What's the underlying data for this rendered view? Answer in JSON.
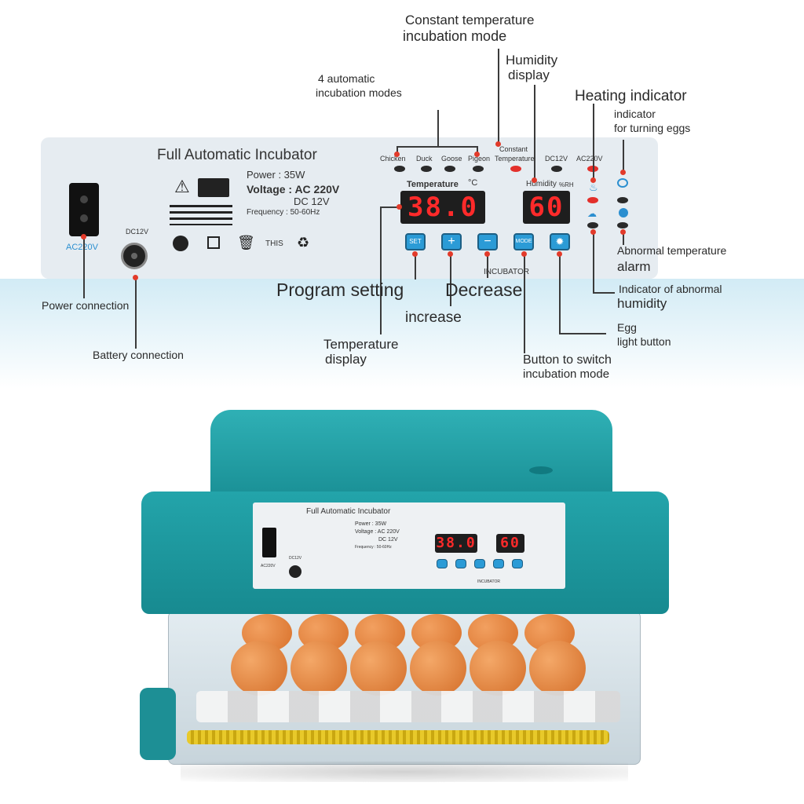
{
  "callouts": {
    "constant_mode_1": "Constant temperature",
    "constant_mode_2": "incubation mode",
    "auto_modes_1": "4 automatic",
    "auto_modes_2": "incubation modes",
    "humidity_display_1": "Humidity",
    "humidity_display_2": "display",
    "heating_indicator": "Heating indicator",
    "turning_1": "indicator",
    "turning_2": "for turning eggs",
    "abnormal_temp_1": "Abnormal temperature",
    "abnormal_temp_2": "alarm",
    "abnormal_hum_1": "Indicator of abnormal",
    "abnormal_hum_2": "humidity",
    "egg_light_1": "Egg",
    "egg_light_2": "light button",
    "switch_mode_1": "Button to switch",
    "switch_mode_2": "incubation mode",
    "program_setting": "Program setting",
    "decrease": "Decrease",
    "increase": "increase",
    "temp_display_1": "Temperature",
    "temp_display_2": "display",
    "power_connection": "Power connection",
    "battery_connection": "Battery connection"
  },
  "panel": {
    "title": "Full Automatic Incubator",
    "power": "Power : 35W",
    "voltage": "Voltage : AC 220V",
    "voltage_dc": "DC 12V",
    "frequency": "Frequency : 50-60Hz",
    "ac_label": "AC220V",
    "dc_label": "DC12V",
    "this_label": "THIS",
    "incubator_label": "INCUBATOR",
    "modes": [
      "Chicken",
      "Duck",
      "Goose",
      "Pigeon"
    ],
    "constant_label_1": "Constant",
    "constant_label_2": "Temperature",
    "dc12v": "DC12V",
    "ac220v": "AC220V",
    "temp_title": "Temperature",
    "temp_unit": "°C",
    "temp_value": "38.0",
    "hum_title": "Humidity",
    "hum_unit": "%RH",
    "hum_value": "60",
    "btn_set": "SET",
    "btn_plus": "+",
    "btn_minus": "−",
    "btn_mode": "MODE"
  },
  "device": {
    "title": "Full Automatic Incubator",
    "power": "Power : 35W",
    "voltage": "Voltage : AC 220V",
    "voltage_dc": "DC 12V",
    "frequency": "Frequency : 50-60Hz",
    "temp_value": "38.0",
    "hum_value": "60",
    "ac_label": "AC220V",
    "dc_label": "DC12V",
    "incubator_label": "INCUBATOR"
  },
  "colors": {
    "shell": "#1f9fa5",
    "display_digits": "#ff2a2a",
    "button_blue": "#2b9bd6",
    "egg": "#e8853f"
  }
}
